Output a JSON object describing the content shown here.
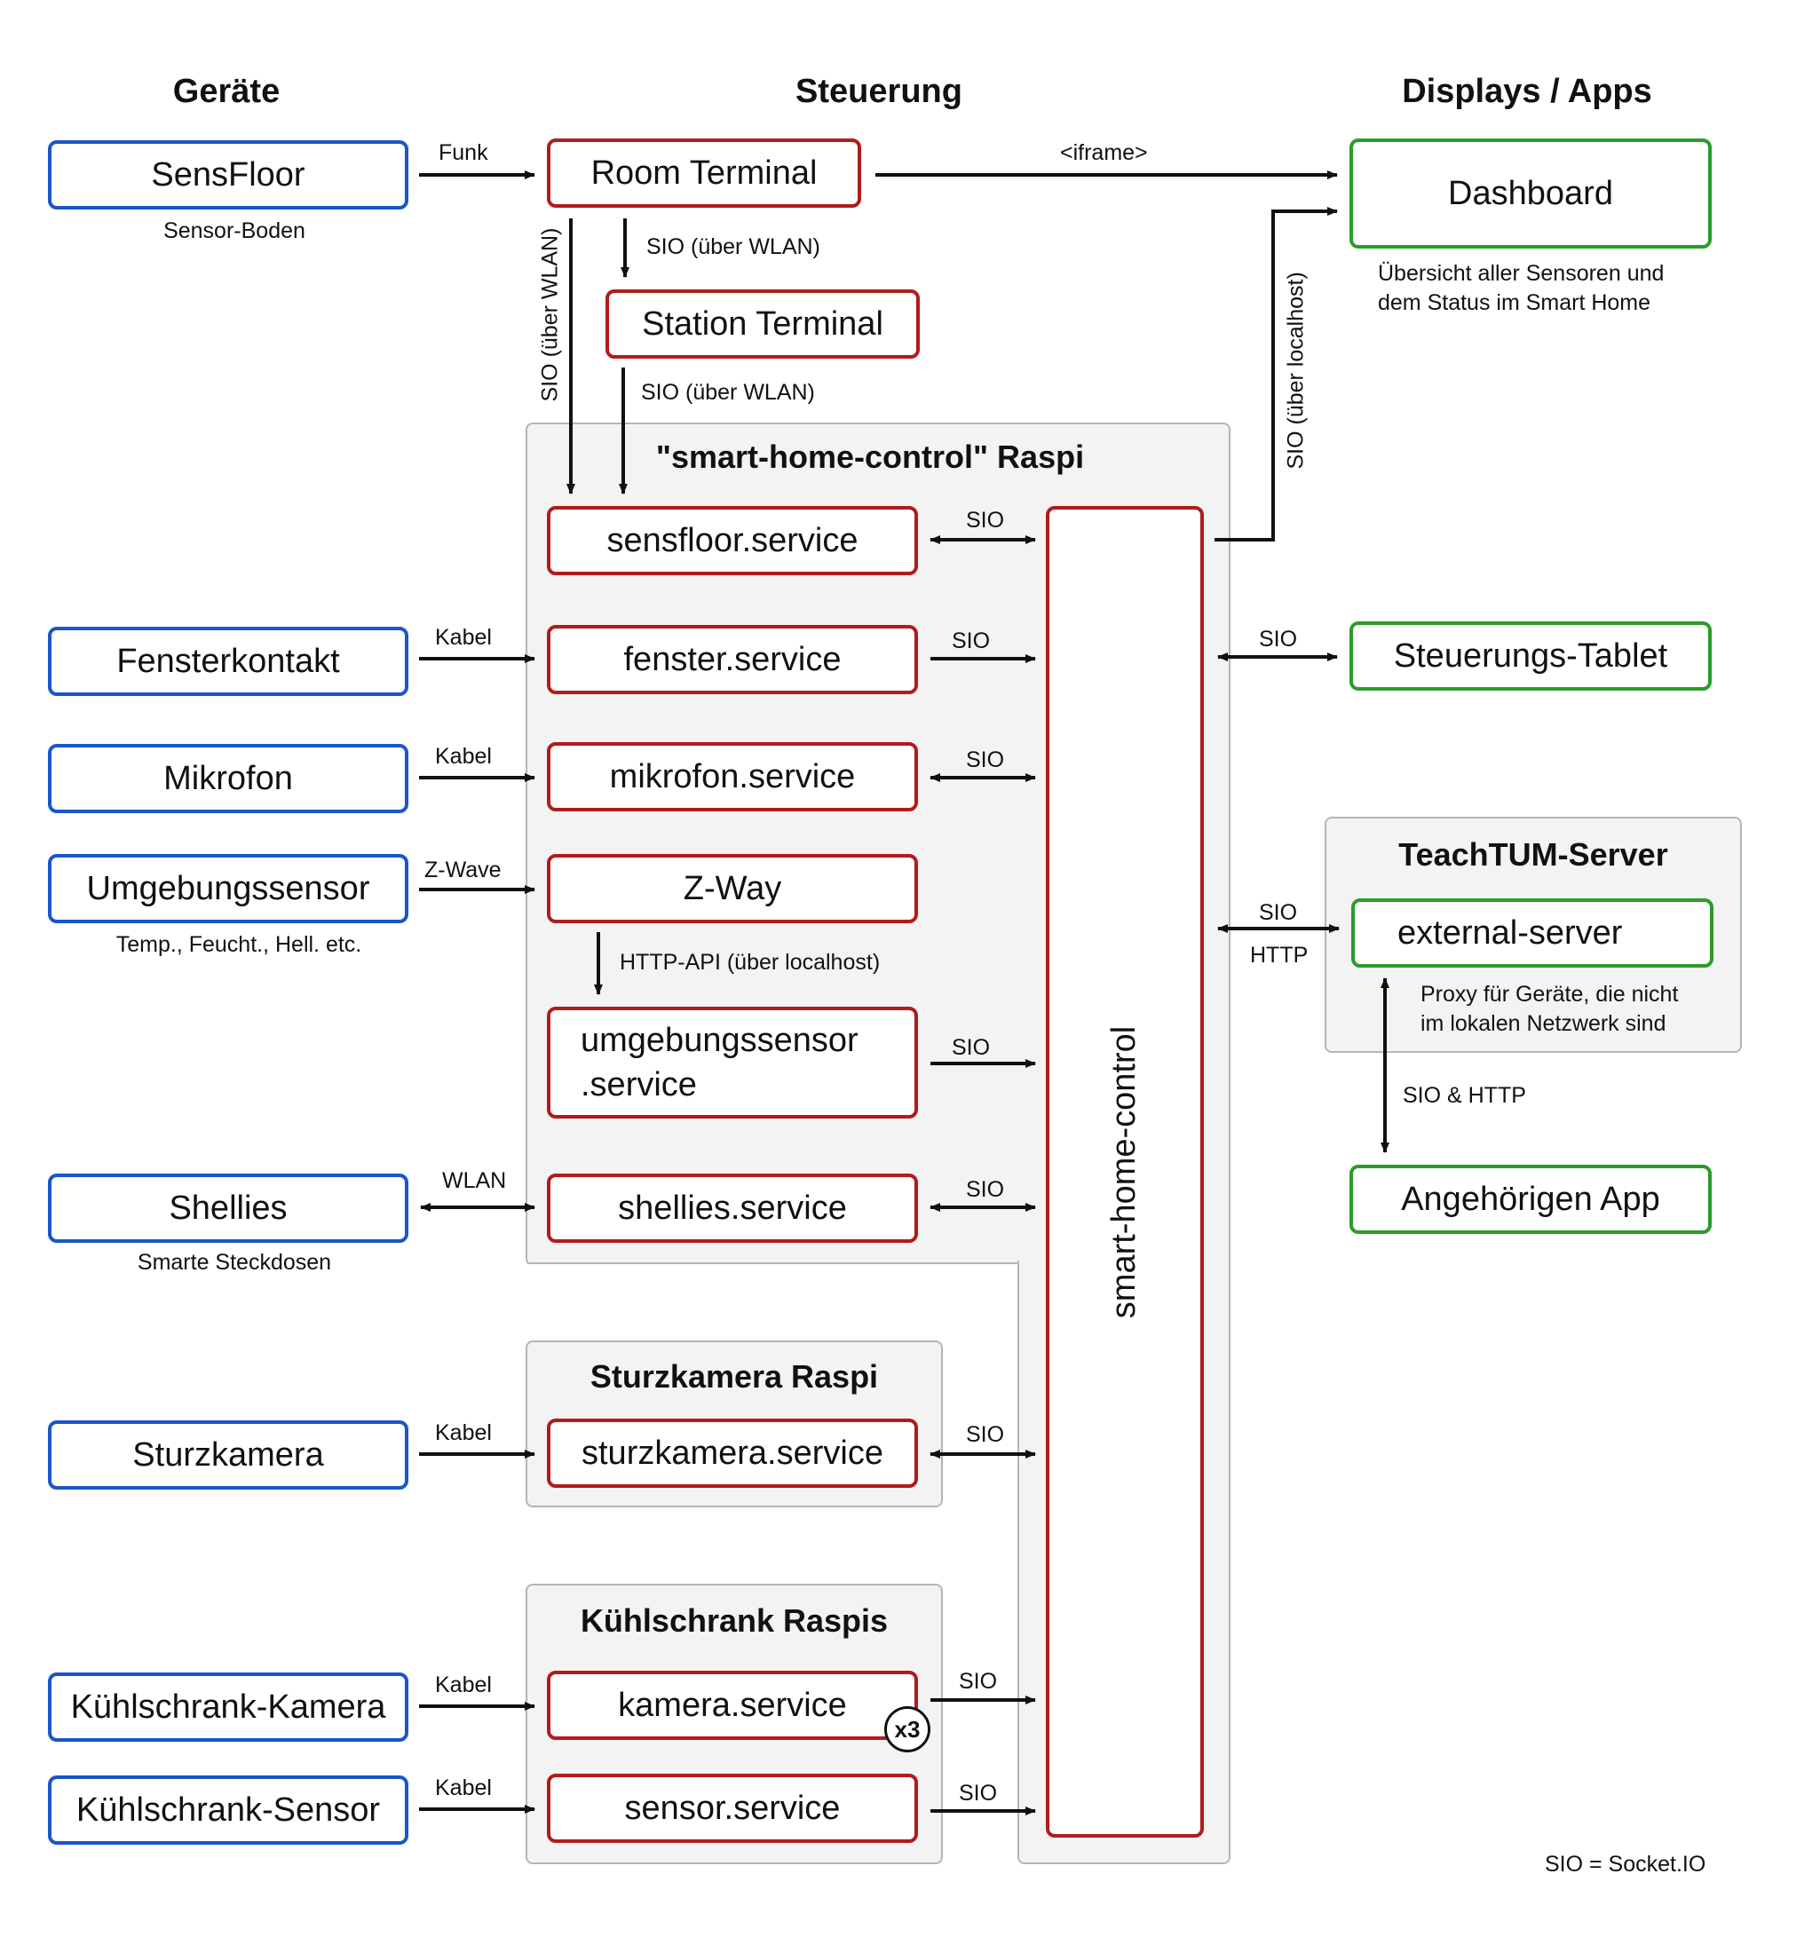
{
  "headers": {
    "geraete": "Geräte",
    "steuerung": "Steuerung",
    "displays": "Displays / Apps"
  },
  "devices": {
    "sensfloor": "SensFloor",
    "sensfloor_caption": "Sensor-Boden",
    "fensterkontakt": "Fensterkontakt",
    "mikrofon": "Mikrofon",
    "umgebungssensor": "Umgebungssensor",
    "umgebungssensor_caption": "Temp., Feucht., Hell. etc.",
    "shellies": "Shellies",
    "shellies_caption": "Smarte Steckdosen",
    "sturzkamera": "Sturzkamera",
    "kuehlschrank_kamera": "Kühlschrank-Kamera",
    "kuehlschrank_sensor": "Kühlschrank-Sensor"
  },
  "control": {
    "room_terminal": "Room Terminal",
    "station_terminal": "Station Terminal",
    "raspi_title": "\"smart-home-control\" Raspi",
    "sensfloor_service": "sensfloor.service",
    "fenster_service": "fenster.service",
    "mikrofon_service": "mikrofon.service",
    "zway": "Z-Way",
    "umgebungssensor_service_line1": "umgebungssensor",
    "umgebungssensor_service_line2": ".service",
    "shellies_service": "shellies.service",
    "smart_home_control": "smart-home-control",
    "sturz_title": "Sturzkamera Raspi",
    "sturzkamera_service": "sturzkamera.service",
    "kuehl_title": "Kühlschrank Raspis",
    "kamera_service": "kamera.service",
    "kamera_badge": "x3",
    "sensor_service": "sensor.service"
  },
  "displays": {
    "dashboard": "Dashboard",
    "dashboard_caption_line1": "Übersicht aller Sensoren und",
    "dashboard_caption_line2": "dem Status im Smart Home",
    "steuerungs_tablet": "Steuerungs-Tablet",
    "teachtum_title": "TeachTUM-Server",
    "external_server": "external-server",
    "external_caption_line1": "Proxy für Geräte, die nicht",
    "external_caption_line2": "im lokalen Netzwerk sind",
    "angehoerigen_app": "Angehörigen App"
  },
  "labels": {
    "funk": "Funk",
    "iframe": "<iframe>",
    "sio_wlan": "SIO (über WLAN)",
    "sio_localhost": "SIO (über localhost)",
    "sio": "SIO",
    "kabel": "Kabel",
    "zwave": "Z-Wave",
    "wlan": "WLAN",
    "http_api": "HTTP-API (über localhost)",
    "http": "HTTP",
    "sio_http": "SIO & HTTP"
  },
  "legend": "SIO = Socket.IO"
}
